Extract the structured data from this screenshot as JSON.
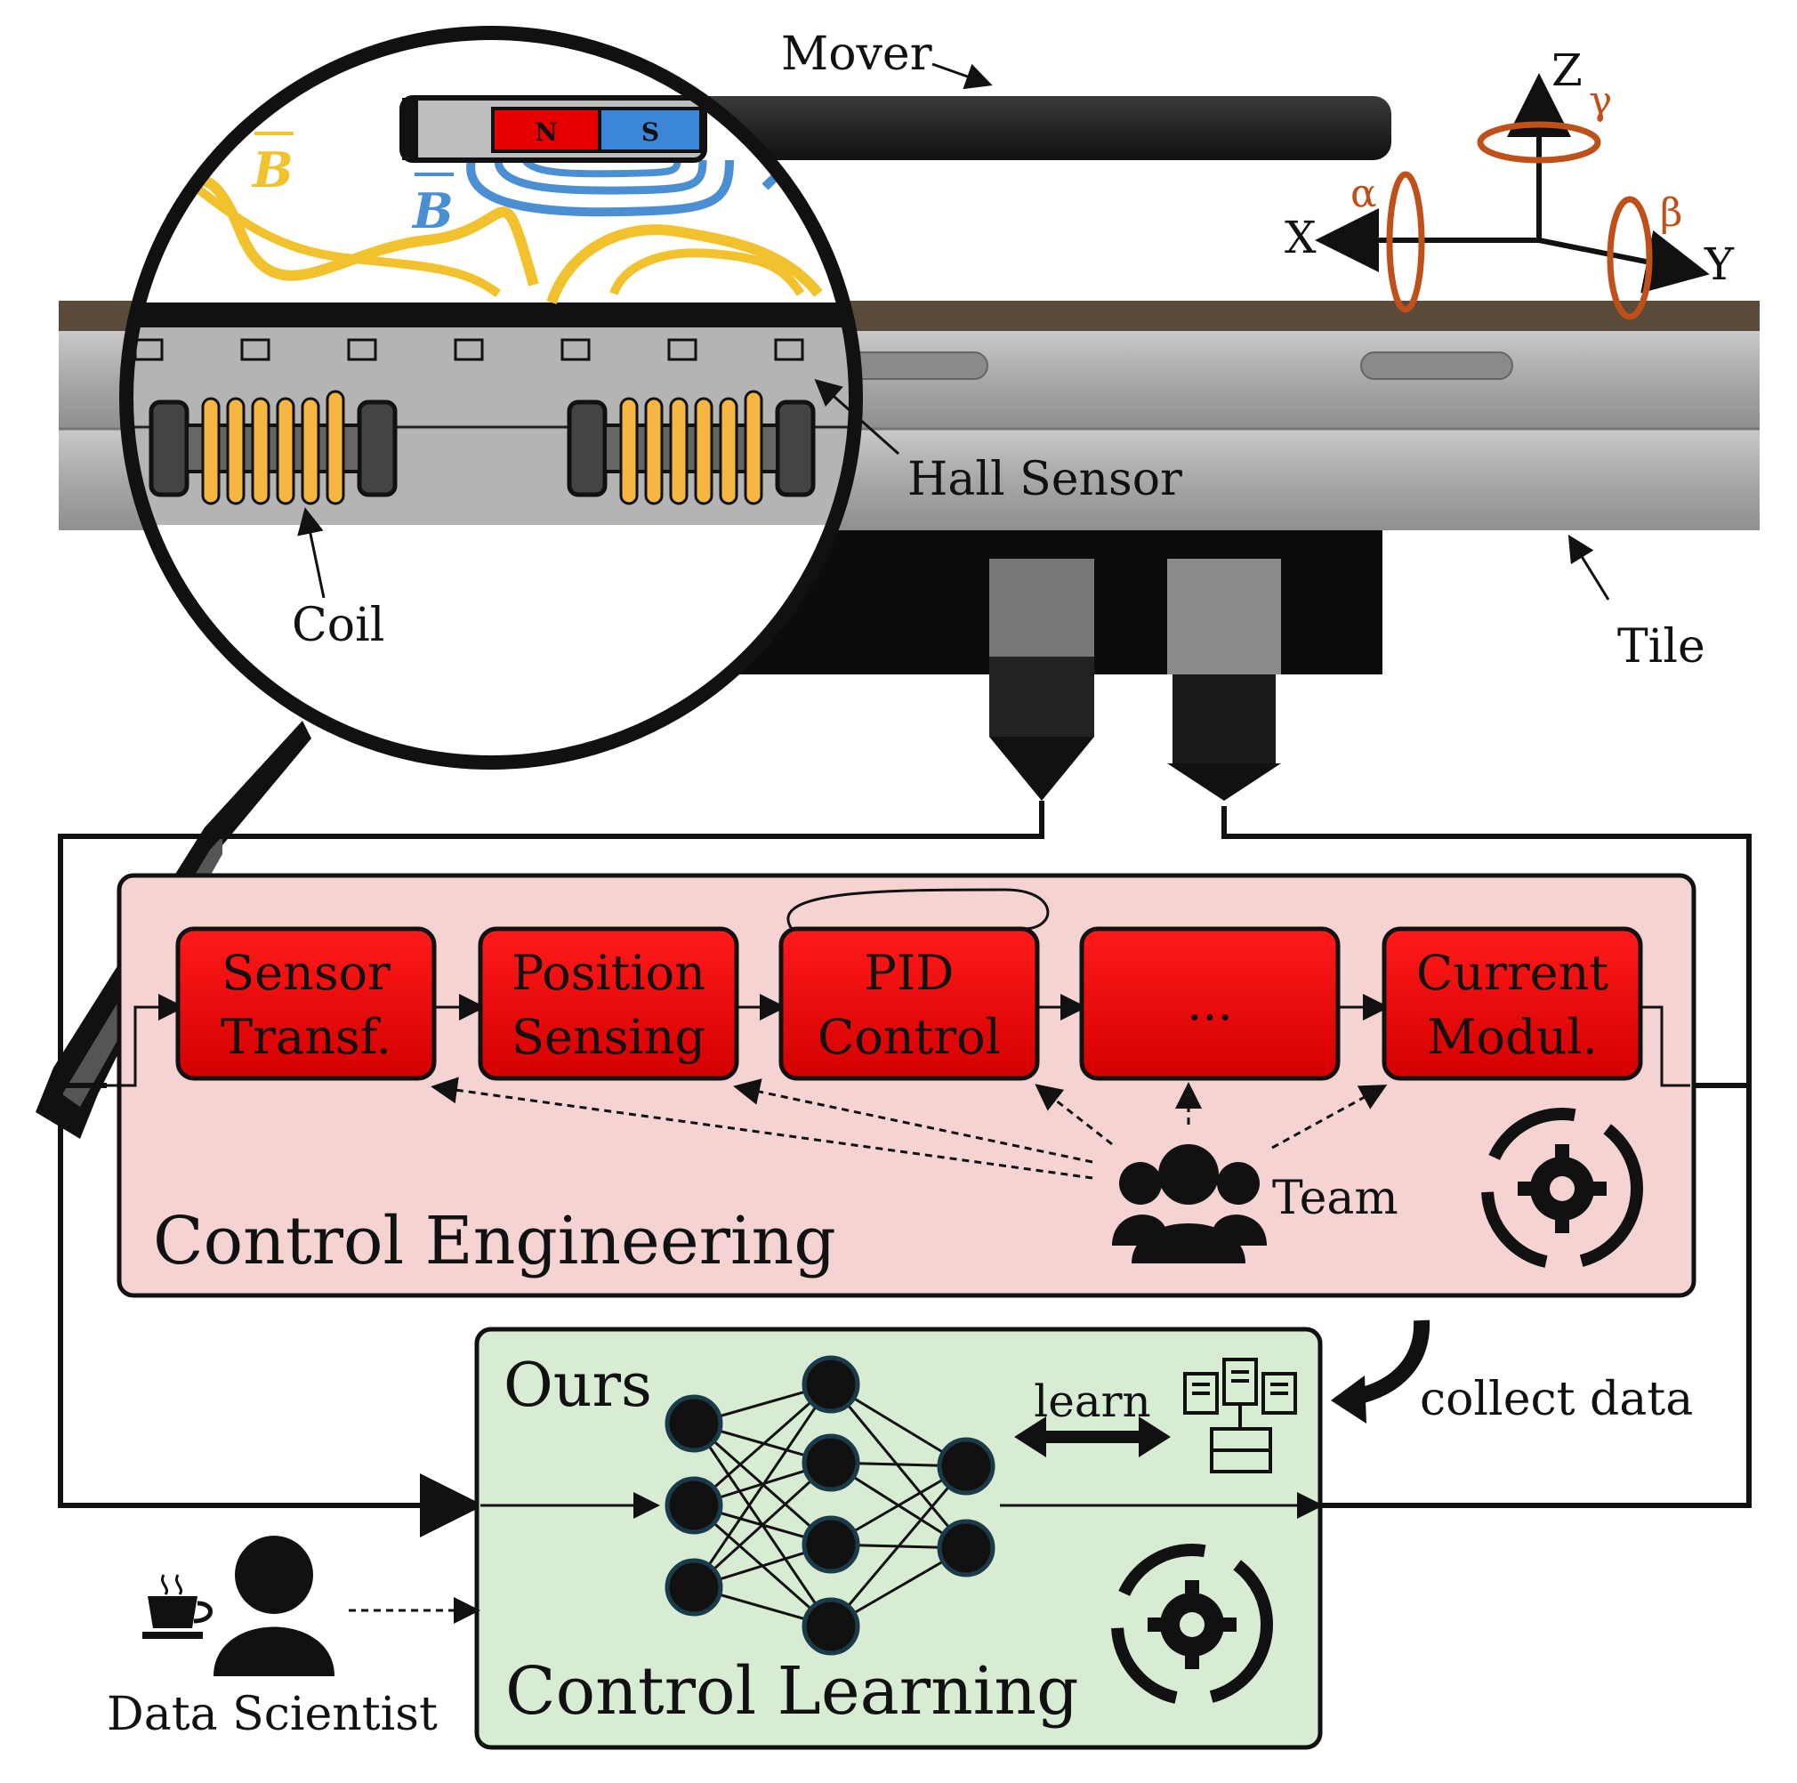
{
  "hardware": {
    "mover_label": "Mover",
    "tile_label": "Tile",
    "hall_sensor_label": "Hall Sensor",
    "coil_label": "Coil",
    "magnet_north": "N",
    "magnet_south": "S",
    "field_label": "B"
  },
  "axes": {
    "x": "X",
    "y": "Y",
    "z": "Z",
    "alpha": "α",
    "beta": "β",
    "gamma": "γ"
  },
  "control_engineering": {
    "title": "Control Engineering",
    "team_label": "Team",
    "blocks": [
      {
        "line1": "Sensor",
        "line2": "Transf."
      },
      {
        "line1": "Position",
        "line2": "Sensing"
      },
      {
        "line1": "PID",
        "line2": "Control"
      },
      {
        "line1": "...",
        "line2": ""
      },
      {
        "line1": "Current",
        "line2": "Modul."
      }
    ]
  },
  "control_learning": {
    "ours_label": "Ours",
    "title": "Control Learning",
    "learn_label": "learn",
    "collect_label": "collect data",
    "data_scientist_label": "Data Scientist"
  },
  "colors": {
    "block_red": "#e60000",
    "engineering_bg": "#f5d3d3",
    "learning_bg": "#d8ecd3",
    "field_yellow": "#f2c12e",
    "field_blue": "#4a8fd4",
    "axis_orange": "#c0501a"
  }
}
